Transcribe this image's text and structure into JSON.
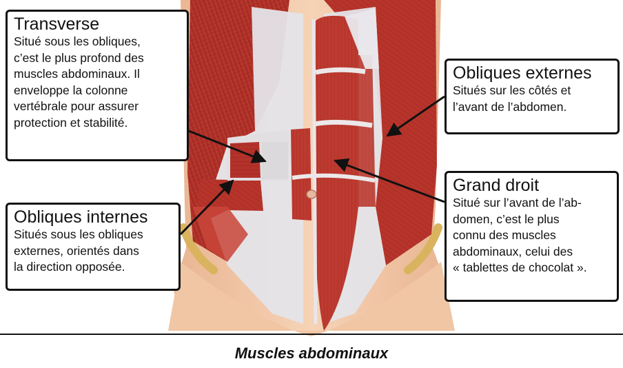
{
  "callouts": {
    "transverse": {
      "title": "Transverse",
      "text": "Situé sous les obliques,\nc’est le plus profond des\nmuscles abdominaux. Il\nenveloppe la colonne\nvertébrale pour assurer\nprotection et stabilité."
    },
    "obliques_internes": {
      "title": "Obliques internes",
      "text": "Situés sous les obliques\nexternes, orientés dans\nla direction opposée."
    },
    "obliques_externes": {
      "title": "Obliques externes",
      "text": "Situés sur les côtés et\nl’avant de l’abdomen."
    },
    "grand_droit": {
      "title": "Grand droit",
      "text": "Situé sur l’avant de l’ab-\ndomen, c’est le plus\nconnu des muscles\nabdominaux, celui des\n« tablettes de chocolat »."
    }
  },
  "caption": "Muscles abdominaux",
  "colors": {
    "muscle": "#b8332b",
    "muscle_dark": "#7a1c16",
    "tendon": "#e3e3e6",
    "skin": "#f2c9a8",
    "border": "#111111"
  }
}
